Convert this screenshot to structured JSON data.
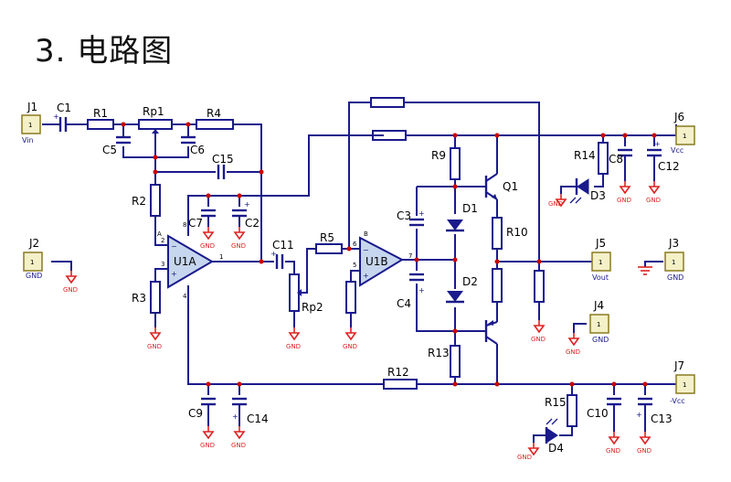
{
  "title": "3. 电路图",
  "labels": {
    "J1": "J1",
    "J2": "J2",
    "J3": "J3",
    "J4": "J4",
    "J5": "J5",
    "J6": "J6",
    "J7": "J7",
    "C1": "C1",
    "C2": "C2",
    "C3": "C3",
    "C4": "C4",
    "C5": "C5",
    "C6": "C6",
    "C7": "C7",
    "C8": "C8",
    "C9": "C9",
    "C10": "C10",
    "C11": "C11",
    "C12": "C12",
    "C13": "C13",
    "C14": "C14",
    "C15": "C15",
    "R1": "R1",
    "R2": "R2",
    "R3": "R3",
    "R4": "R4",
    "R5": "R5",
    "R9": "R9",
    "R10": "R10",
    "R12": "R12",
    "R13": "R13",
    "R14": "R14",
    "R15": "R15",
    "Rp1": "Rp1",
    "Rp2": "Rp2",
    "U1A": "U1A",
    "U1B": "U1B",
    "Q1": "Q1",
    "D1": "D1",
    "D2": "D2",
    "D3": "D3",
    "D4": "D4"
  },
  "connectors": {
    "pin1": "1",
    "vin": "Vin",
    "gnd": "GND",
    "vout": "Vout",
    "vcc": "Vcc",
    "nvcc": "-Vcc"
  },
  "ground_text": "GND",
  "pins": {
    "A": "A",
    "B": "B",
    "p1": "1",
    "p2": "2",
    "p3": "3",
    "p4": "4",
    "p5": "5",
    "p6": "6",
    "p7": "7",
    "p8": "8"
  },
  "colors": {
    "wire": "#1a1a8c",
    "ground": "#dd2222",
    "node": "#cc0000",
    "ic_fill": "#c6d6ee",
    "connector_fill": "#f4f0c8"
  }
}
